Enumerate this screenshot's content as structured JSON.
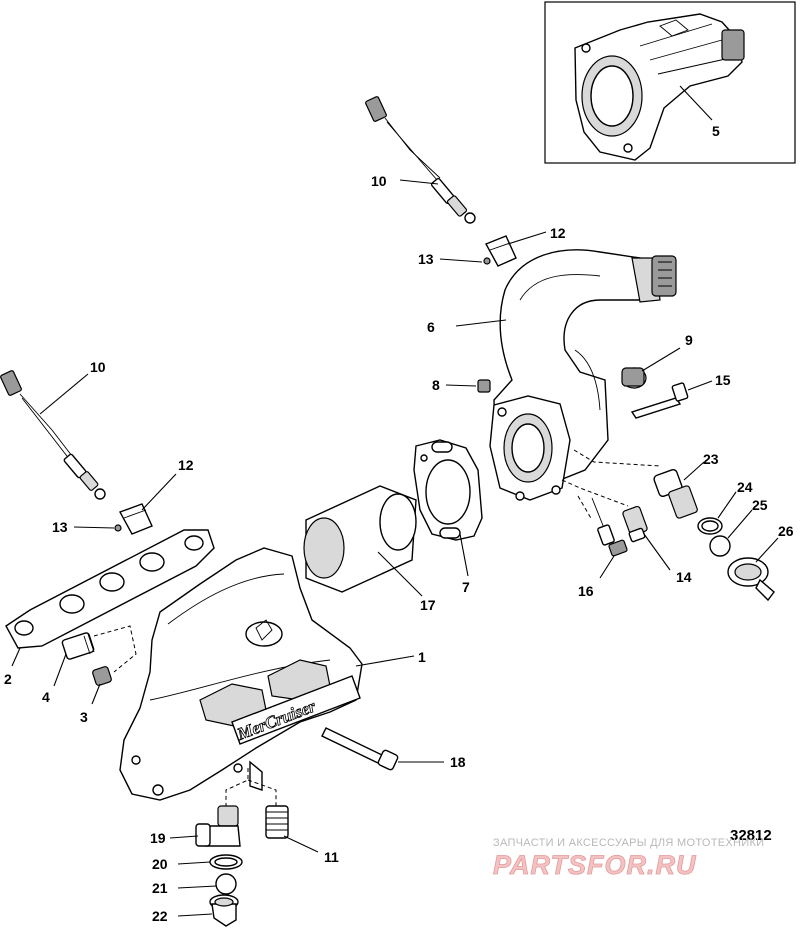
{
  "figure_number": "32812",
  "brand_casting_text": "MerCruiser",
  "watermark": {
    "tagline": "ЗАПЧАСТИ И АКСЕССУАРЫ ДЛЯ МОТОТЕХНИКИ",
    "logo": "PARTSFOR.RU"
  },
  "callouts": {
    "c1": "1",
    "c2": "2",
    "c3": "3",
    "c4": "4",
    "c5": "5",
    "c6": "6",
    "c7": "7",
    "c8": "8",
    "c9": "9",
    "c10a": "10",
    "c10b": "10",
    "c11": "11",
    "c12a": "12",
    "c12b": "12",
    "c13a": "13",
    "c13b": "13",
    "c14": "14",
    "c15": "15",
    "c16": "16",
    "c17": "17",
    "c18": "18",
    "c19": "19",
    "c20": "20",
    "c21": "21",
    "c22": "22",
    "c23": "23",
    "c24": "24",
    "c25": "25",
    "c26": "26"
  },
  "colors": {
    "line": "#000000",
    "background": "#ffffff",
    "watermark_logo": "#e59a9a",
    "watermark_text": "#b8b8b8"
  }
}
